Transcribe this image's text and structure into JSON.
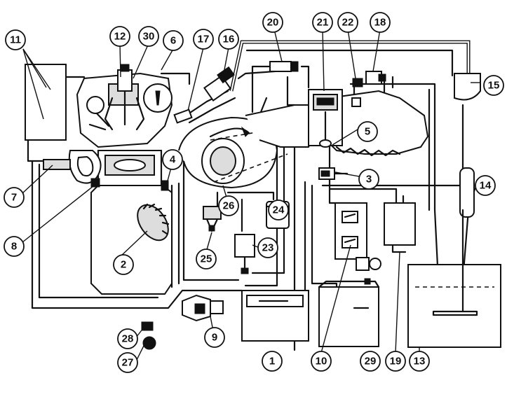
{
  "callouts": [
    {
      "id": "c1",
      "text": "1"
    },
    {
      "id": "c2",
      "text": "2"
    },
    {
      "id": "c3",
      "text": "3"
    },
    {
      "id": "c4",
      "text": "4"
    },
    {
      "id": "c5",
      "text": "5"
    },
    {
      "id": "c6",
      "text": "6"
    },
    {
      "id": "c7",
      "text": "7"
    },
    {
      "id": "c8",
      "text": "8"
    },
    {
      "id": "c9",
      "text": "9"
    },
    {
      "id": "c10",
      "text": "10"
    },
    {
      "id": "c11",
      "text": "11"
    },
    {
      "id": "c12",
      "text": "12"
    },
    {
      "id": "c13",
      "text": "13"
    },
    {
      "id": "c14",
      "text": "14"
    },
    {
      "id": "c15",
      "text": "15"
    },
    {
      "id": "c16",
      "text": "16"
    },
    {
      "id": "c17",
      "text": "17"
    },
    {
      "id": "c18",
      "text": "18"
    },
    {
      "id": "c19",
      "text": "19"
    },
    {
      "id": "c20",
      "text": "20"
    },
    {
      "id": "c21",
      "text": "21"
    },
    {
      "id": "c22",
      "text": "22"
    },
    {
      "id": "c23",
      "text": "23"
    },
    {
      "id": "c24",
      "text": "24"
    },
    {
      "id": "c25",
      "text": "25"
    },
    {
      "id": "c26",
      "text": "26"
    },
    {
      "id": "c27",
      "text": "27"
    },
    {
      "id": "c28",
      "text": "28"
    },
    {
      "id": "c29",
      "text": "29"
    },
    {
      "id": "c30",
      "text": "30"
    }
  ],
  "colors": {
    "ink": "#111111",
    "paper": "#ffffff"
  }
}
